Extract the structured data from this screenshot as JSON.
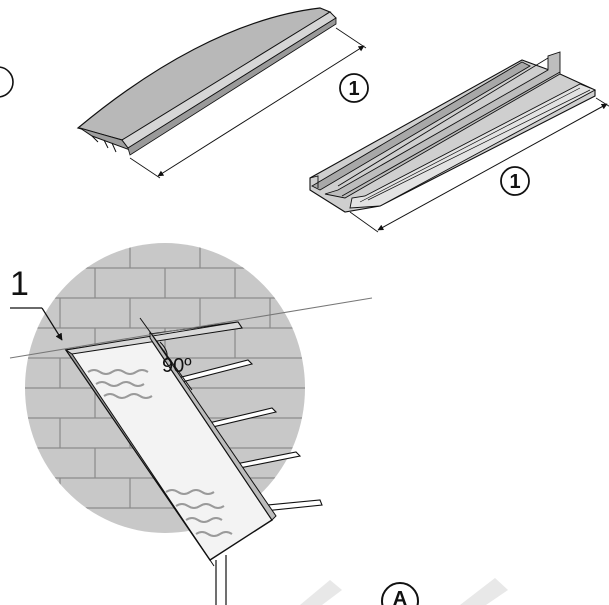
{
  "callouts": {
    "profile_top": "1",
    "profile_bottom": "1",
    "side_number": "1",
    "angle": "90º",
    "assembly": "A"
  },
  "colors": {
    "line": "#111111",
    "wall": "#c9c9c9",
    "profile_top_fill": "#b5b5b5",
    "profile_light": "#dcdcdc",
    "panel_fill": "#f4f4f4",
    "pattern": "#9a9a9a"
  }
}
